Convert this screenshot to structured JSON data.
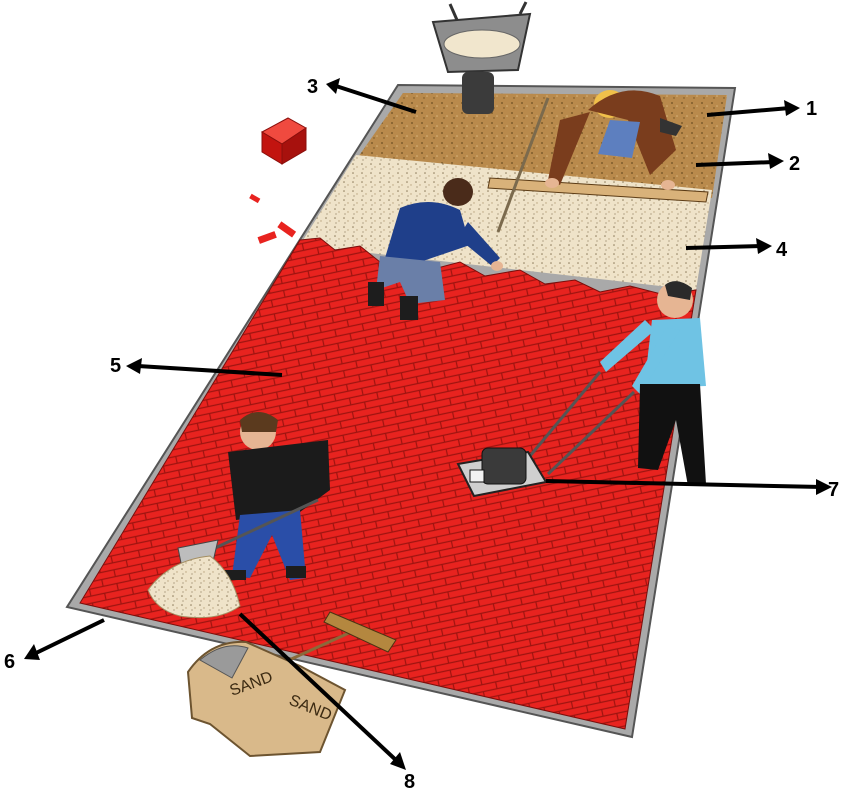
{
  "diagram": {
    "callouts": [
      {
        "id": "1",
        "label": "1"
      },
      {
        "id": "2",
        "label": "2"
      },
      {
        "id": "3",
        "label": "3"
      },
      {
        "id": "4",
        "label": "4"
      },
      {
        "id": "5",
        "label": "5"
      },
      {
        "id": "6",
        "label": "6"
      },
      {
        "id": "7",
        "label": "7"
      },
      {
        "id": "8",
        "label": "8"
      }
    ],
    "bag_text": [
      "SAND",
      "SAND"
    ]
  },
  "colors": {
    "pavers": "#e8231f",
    "paver_joint": "#9e1410",
    "sand": "#efe3c9",
    "gravel_base": "#b98a4c",
    "edge_restraint": "#a9a9a9"
  }
}
